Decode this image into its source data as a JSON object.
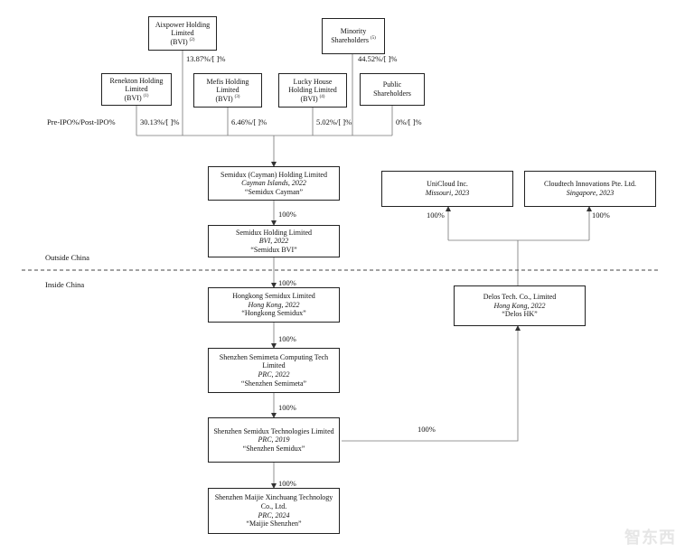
{
  "entities": {
    "aixpower": {
      "lines": [
        "Aixpower Holding",
        "Limited"
      ],
      "tail": "(BVI)",
      "note": "(2)"
    },
    "minority": {
      "lines": [
        "Minority"
      ],
      "tail": "Shareholders",
      "note": "(5)"
    },
    "renekton": {
      "lines": [
        "Renekton Holding",
        "Limited"
      ],
      "tail": "(BVI)",
      "note": "(1)"
    },
    "mefis": {
      "lines": [
        "Mefis Holding",
        "Limited"
      ],
      "tail": "(BVI)",
      "note": "(3)"
    },
    "lucky": {
      "lines": [
        "Lucky House",
        "Holding Limited"
      ],
      "tail": "(BVI)",
      "note": "(4)"
    },
    "public": {
      "lines": [
        "Public Shareholders"
      ],
      "tail": "",
      "note": ""
    },
    "cayman": {
      "name": "Semidux (Cayman) Holding Limited",
      "juris": "Cayman Islands, 2022",
      "alias": "“Semidux Cayman”"
    },
    "bvi": {
      "name": "Semidux Holding Limited",
      "juris": "BVI, 2022",
      "alias": "“Semidux BVI”"
    },
    "hk": {
      "name": "Hongkong Semidux Limited",
      "juris": "Hong Kong, 2022",
      "alias": "“Hongkong Semidux”"
    },
    "semimeta": {
      "name": "Shenzhen Semimeta Computing Tech Limited",
      "juris": "PRC, 2022",
      "alias": "“Shenzhen Semimeta”"
    },
    "semidux_sz": {
      "name": "Shenzhen Semidux Technologies Limited",
      "juris": "PRC, 2019",
      "alias": "“Shenzhen Semidux”"
    },
    "maijie": {
      "name": "Shenzhen Maijie Xinchuang Technology Co., Ltd.",
      "juris": "PRC, 2024",
      "alias": "“Maijie Shenzhen”"
    },
    "unicloud": {
      "name": "UniCloud Inc.",
      "juris": "Missouri, 2023"
    },
    "cloudtech": {
      "name": "Cloudtech Innovations Pte. Ltd.",
      "juris": "Singapore, 2023"
    },
    "delos": {
      "name": "Delos Tech. Co., Limited",
      "juris": "Hong Kong, 2022",
      "alias": "“Delos HK”"
    }
  },
  "percentages": {
    "aixpower": "13.87%/[  ]%",
    "minority": "44.52%/[  ]%",
    "renekton": "30.13%/[  ]%",
    "mefis": "6.46%/[  ]%",
    "lucky": "5.02%/[  ]%",
    "public": "0%/[  ]%",
    "cayman_to_bvi": "100%",
    "bvi_to_hk": "100%",
    "hk_to_semimeta": "100%",
    "semimeta_to_semidux": "100%",
    "semidux_to_maijie": "100%",
    "semidux_to_delos": "100%",
    "delos_to_unicloud": "100%",
    "delos_to_cloudtech": "100%"
  },
  "labels": {
    "pre_post": "Pre-IPO%/Post-IPO%",
    "outside": "Outside China",
    "inside": "Inside China"
  },
  "watermark": "智东西"
}
